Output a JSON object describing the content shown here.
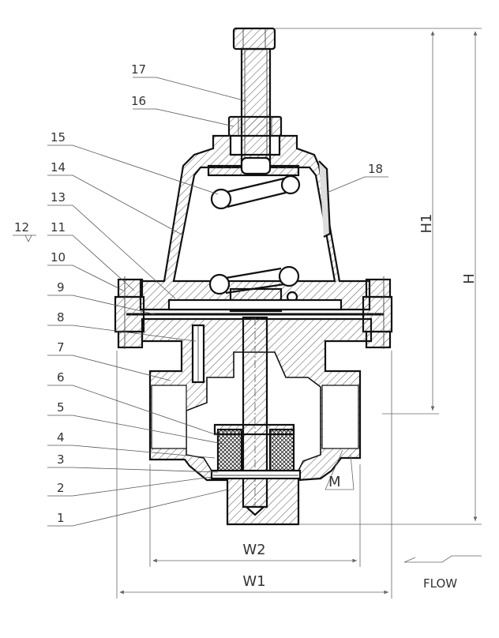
{
  "part_numbers": [
    "1",
    "2",
    "3",
    "4",
    "5",
    "6",
    "7",
    "8",
    "9",
    "10",
    "11",
    "12",
    "13",
    "14",
    "15",
    "16",
    "17",
    "18"
  ],
  "dimensions": {
    "h1": "H1",
    "h": "H",
    "w1": "W1",
    "w2": "W2",
    "m": "M"
  },
  "flow_label": "FLOW",
  "colors": {
    "line": "#111111",
    "hatch": "#555555",
    "leader": "#555555"
  }
}
